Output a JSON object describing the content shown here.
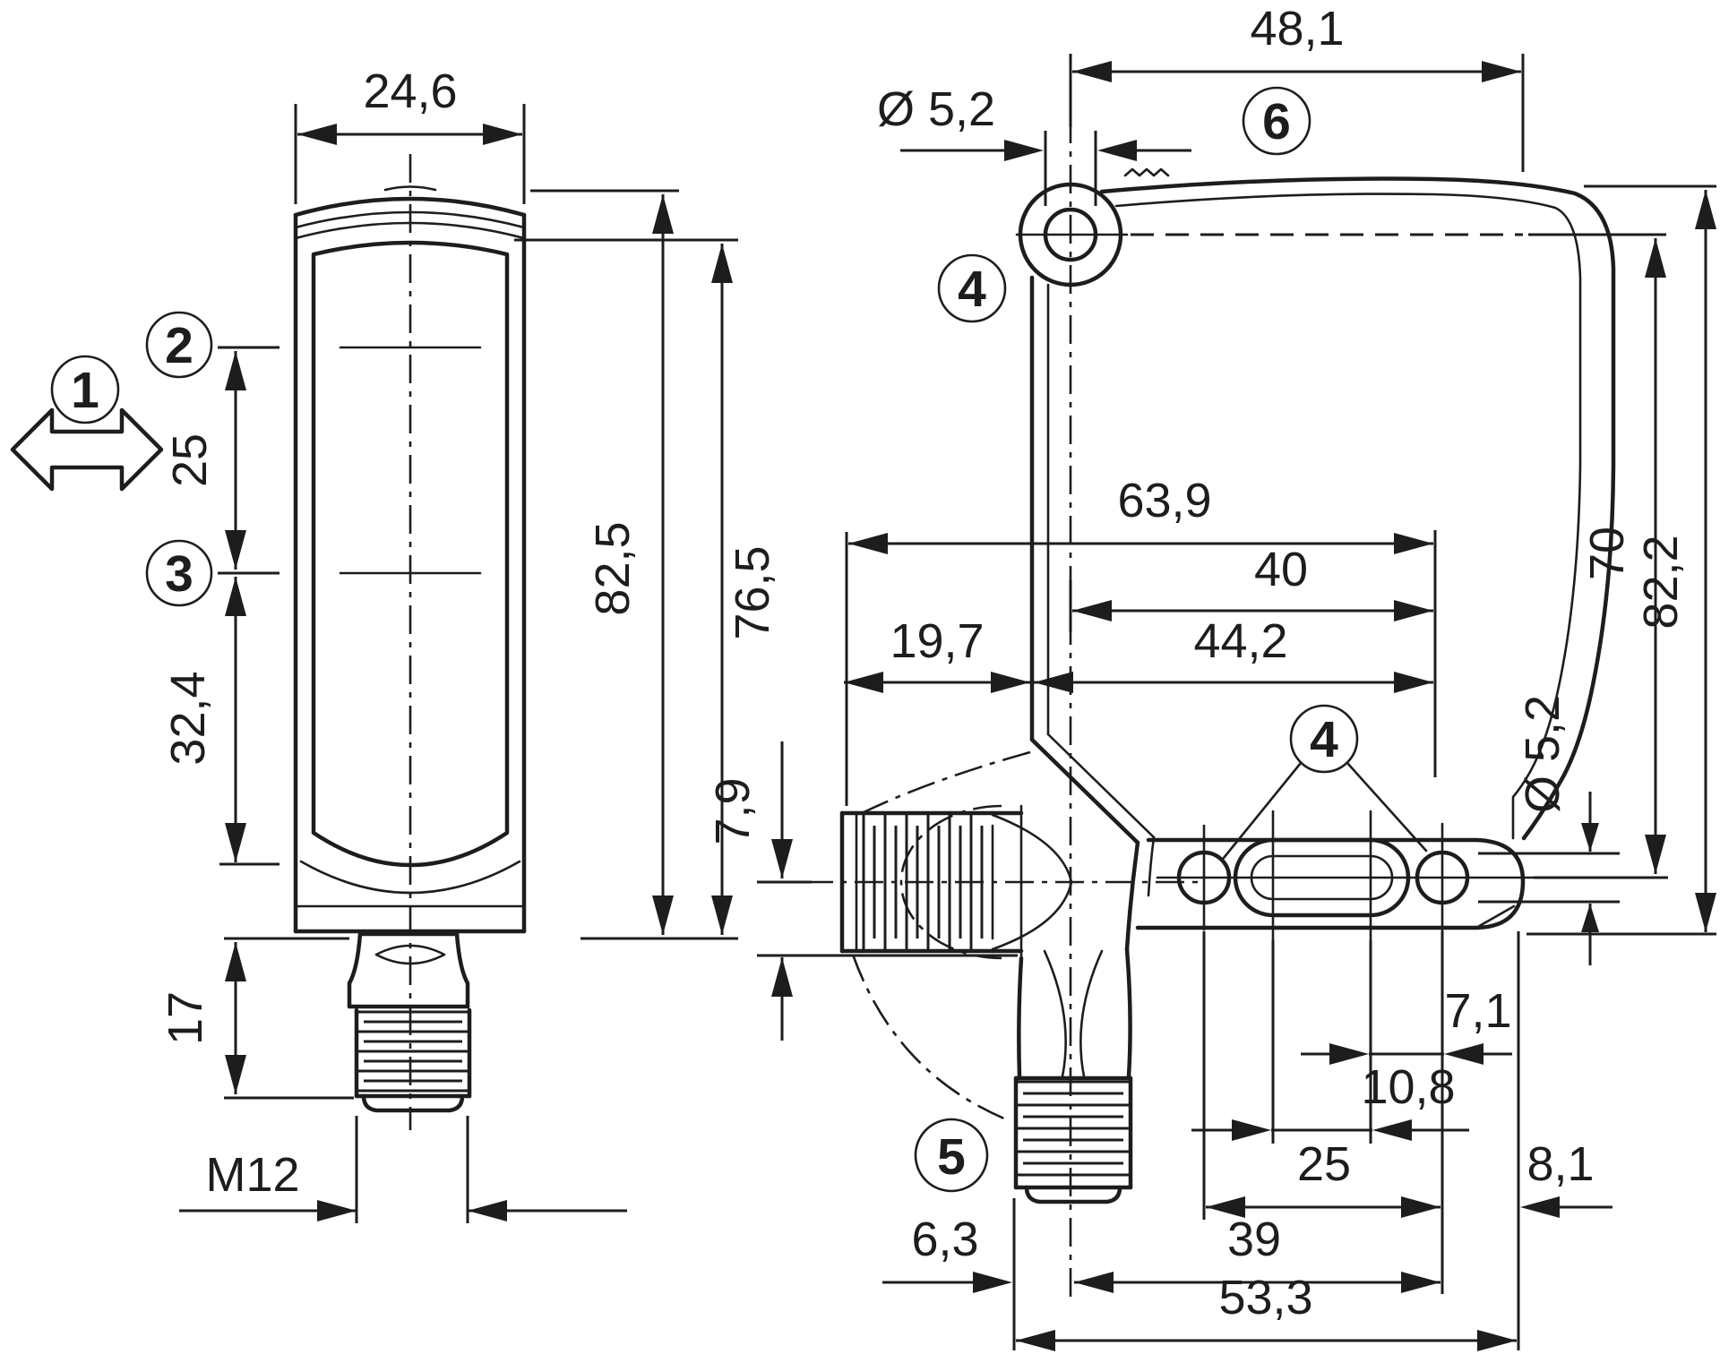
{
  "drawing": {
    "left_view": {
      "width_dim": "24,6",
      "beam_spacing_dim": "25",
      "beam_to_bottom_dim": "32,4",
      "total_height_dim": "82,5",
      "window_height_dim": "76,5",
      "connector_length_dim": "17",
      "thread_label": "M12"
    },
    "right_view": {
      "top_width_dim": "48,1",
      "top_hole_dia_dim": "Ø 5,2",
      "depth_dim": "63,9",
      "hole_axis_to_front_dim": "40",
      "rear_to_front_dim": "44,2",
      "connector_to_rear_dim": "19,7",
      "axis_offset_dim": "7,9",
      "hole_to_slot_height_dim": "70",
      "total_height_dim": "82,2",
      "bottom_hole_dia_dim": "Ø 5,2",
      "slot_to_hole_dim": "7,1",
      "slot_length_dim": "10,8",
      "hole_spacing_dim": "25",
      "hole_to_edge_dim": "8,1",
      "rear_to_axis_dim": "6,3",
      "axis_to_hole_dim": "39",
      "overall_length_dim": "53,3"
    },
    "callouts": {
      "c1": "1",
      "c2": "2",
      "c3": "3",
      "c4_top": "4",
      "c4_bottom": "4",
      "c5": "5",
      "c6": "6"
    }
  }
}
